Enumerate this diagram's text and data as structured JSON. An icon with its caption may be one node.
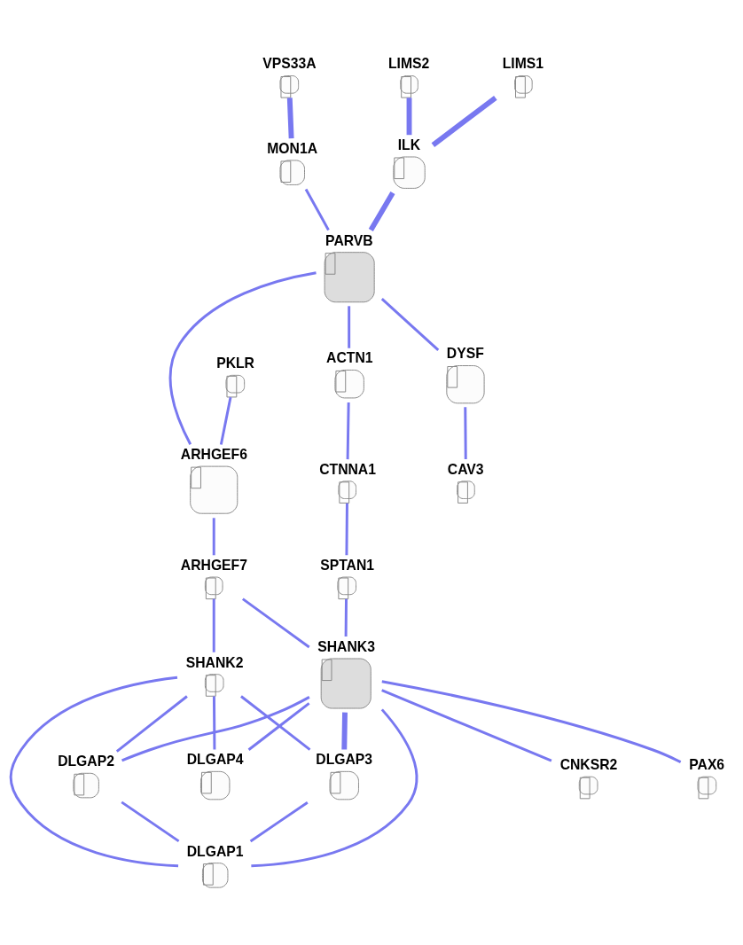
{
  "diagram": {
    "nodes": [
      {
        "text": [
          "LIMS1"
        ]
      },
      {
        "text": [
          "LIMS2"
        ]
      },
      {
        "text": [
          "VPS33A"
        ]
      },
      {
        "text": [
          "MON1A"
        ]
      },
      {
        "text": [
          "ILK"
        ]
      },
      {
        "text": [
          "PARVB"
        ]
      },
      {
        "text": [
          "ACTN1"
        ]
      },
      {
        "text": [
          "PKLR"
        ]
      },
      {
        "text": [
          "DYSF"
        ]
      },
      {
        "text": [
          "ARHGEF6"
        ]
      },
      {
        "text": [
          "CTNNA1"
        ]
      },
      {
        "text": [
          "CAV3"
        ]
      },
      {
        "text": [
          "ARHGEF7"
        ]
      },
      {
        "text": [
          "SPTAN1"
        ]
      },
      {
        "text": [
          "SHANK3"
        ]
      },
      {
        "text": [
          "SHANK2"
        ]
      },
      {
        "text": [
          "DLGAP3"
        ]
      },
      {
        "text": [
          "DLGAP2"
        ]
      },
      {
        "text": [
          "PAX6"
        ]
      },
      {
        "text": [
          "DLGAP1"
        ]
      },
      {
        "text": [
          "DLGAP4"
        ]
      },
      {
        "text": [
          "CNKSR2"
        ]
      }
    ],
    "edges": [
      {
        "from": 0,
        "to": 4,
        "arrow": "none",
        "style": "thick"
      },
      {
        "from": 1,
        "to": 4,
        "arrow": "none",
        "style": "thick"
      },
      {
        "from": 2,
        "to": 3,
        "arrow": "none",
        "style": "thick"
      },
      {
        "from": 3,
        "to": 5,
        "arrow": "none"
      },
      {
        "from": 4,
        "to": 5,
        "arrow": "none",
        "style": "thick"
      },
      {
        "from": 5,
        "to": 6,
        "arrow": "none"
      },
      {
        "from": 5,
        "to": 8,
        "arrow": "none"
      },
      {
        "from": 5,
        "to": 9,
        "arrow": "none"
      },
      {
        "from": 7,
        "to": 9,
        "arrow": "none"
      },
      {
        "from": 8,
        "to": 11,
        "arrow": "none"
      },
      {
        "from": 6,
        "to": 10,
        "arrow": "none"
      },
      {
        "from": 10,
        "to": 13,
        "arrow": "none"
      },
      {
        "from": 9,
        "to": 12,
        "arrow": "none"
      },
      {
        "from": 12,
        "to": 14,
        "arrow": "none"
      },
      {
        "from": 12,
        "to": 15,
        "arrow": "none"
      },
      {
        "from": 13,
        "to": 14,
        "arrow": "none"
      },
      {
        "from": 14,
        "to": 18,
        "arrow": "none"
      },
      {
        "from": 14,
        "to": 19,
        "arrow": "none"
      },
      {
        "from": 14,
        "to": 20,
        "arrow": "none"
      },
      {
        "from": 14,
        "to": 21,
        "arrow": "none"
      },
      {
        "from": 14,
        "to": 16,
        "arrow": "none",
        "style": "thick"
      },
      {
        "from": 14,
        "to": 17,
        "arrow": "none"
      },
      {
        "from": 15,
        "to": 16,
        "arrow": "none"
      },
      {
        "from": 15,
        "to": 17,
        "arrow": "none"
      },
      {
        "from": 15,
        "to": 19,
        "arrow": "none"
      },
      {
        "from": 15,
        "to": 20,
        "arrow": "none"
      },
      {
        "from": 16,
        "to": 19,
        "arrow": "none"
      },
      {
        "from": 17,
        "to": 19,
        "arrow": "none"
      }
    ]
  }
}
